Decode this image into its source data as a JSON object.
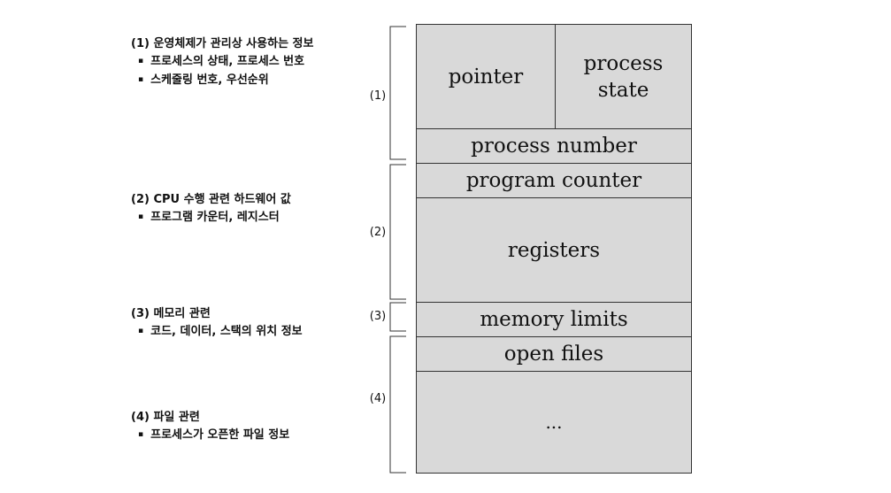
{
  "descriptions": [
    {
      "title": "(1) 운영체제가 관리상 사용하는 정보",
      "bullets": [
        "프로세스의 상태, 프로세스 번호",
        "스케줄링 번호, 우선순위"
      ]
    },
    {
      "title": "(2) CPU 수행 관련 하드웨어 값",
      "bullets": [
        "프로그램 카운터, 레지스터"
      ]
    },
    {
      "title": "(3) 메모리 관련",
      "bullets": [
        "코드, 데이터, 스택의 위치 정보"
      ]
    },
    {
      "title": "(4) 파일 관련",
      "bullets": [
        "프로세스가 오픈한 파일 정보"
      ]
    }
  ],
  "bracket_labels": [
    "(1)",
    "(2)",
    "(3)",
    "(4)"
  ],
  "pcb": {
    "pointer": "pointer",
    "process_state": "process state",
    "process_number": "process number",
    "program_counter": "program counter",
    "registers": "registers",
    "memory_limits": "memory limits",
    "open_files": "open files",
    "ellipsis": "..."
  },
  "colors": {
    "cell_fill": "#d9d9d9",
    "border": "#333333"
  }
}
